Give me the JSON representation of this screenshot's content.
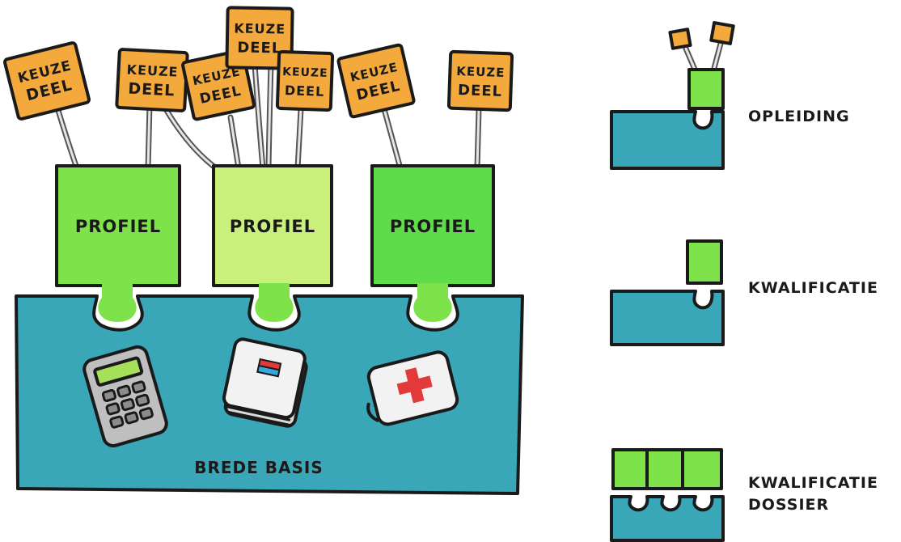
{
  "diagram": {
    "base_label": "BREDE BASIS",
    "profile_label": "PROFIEL",
    "keuzedeel_line1": "KEUZE",
    "keuzedeel_line2": "DEEL",
    "legend": {
      "opleiding": "OPLEIDING",
      "kwalificatie": "KWALIFICATIE",
      "dossier_line1": "KWALIFICATIE",
      "dossier_line2": "DOSSIER"
    },
    "icons": [
      "calculator-icon",
      "book-icon",
      "first-aid-kit-icon"
    ],
    "colors": {
      "base": "#3aa7b8",
      "profile_1": "#7ee24a",
      "profile_2": "#c8f07a",
      "profile_3": "#5fdc4a",
      "keuzedeel": "#f4a93c",
      "outline": "#1a1a1a"
    }
  }
}
